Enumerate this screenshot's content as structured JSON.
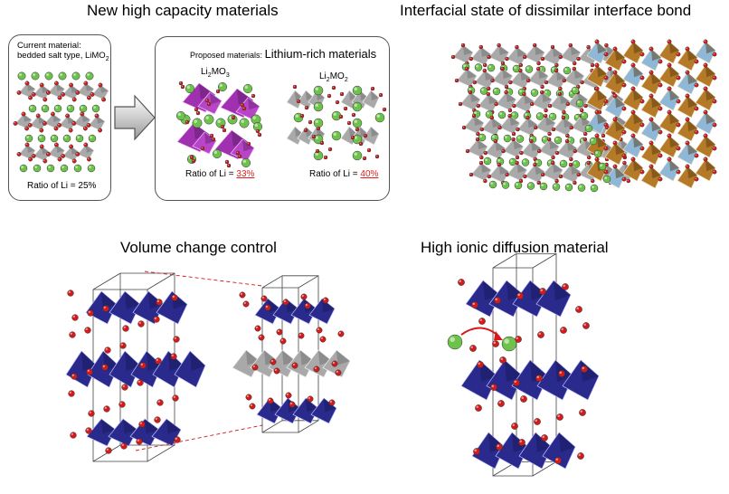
{
  "sections": {
    "high_capacity": {
      "title": "New high capacity materials"
    },
    "interface": {
      "title": "Interfacial state of dissimilar interface bond"
    },
    "volume": {
      "title": "Volume change control"
    },
    "diffusion": {
      "title": "High ionic diffusion material"
    }
  },
  "current_material": {
    "line1": "Current material:",
    "line2_prefix": "bedded salt type, LiMO",
    "line2_sub": "2",
    "ratio_text": "Ratio of Li = 25%"
  },
  "proposed": {
    "small_label": "Proposed materials:",
    "big_label": "Lithium-rich materials",
    "left": {
      "formula_a": "Li",
      "formula_sub_a": "2",
      "formula_b": "MO",
      "formula_sub_b": "3",
      "ratio_prefix": "Ratio of Li = ",
      "ratio_value": "33%"
    },
    "right": {
      "formula_a": "Li",
      "formula_sub_a": "2",
      "formula_b": "MO",
      "formula_sub_b": "2",
      "ratio_prefix": "Ratio of Li = ",
      "ratio_value": "40%"
    }
  },
  "colors": {
    "octa_gray": "#a9a9a9",
    "octa_gray_dark": "#707070",
    "octa_blue": "#2a2a8c",
    "octa_blue_dark": "#17175a",
    "octa_purple": "#a030b0",
    "octa_orange": "#b57a28",
    "octa_lightblue": "#8fb8d8",
    "li_green": "#6cc24a",
    "o_red": "#d41a1a",
    "red_text": "#e41e1e"
  },
  "icons": [
    "right-arrow-icon",
    "li-ion-hop-arrow-icon"
  ]
}
